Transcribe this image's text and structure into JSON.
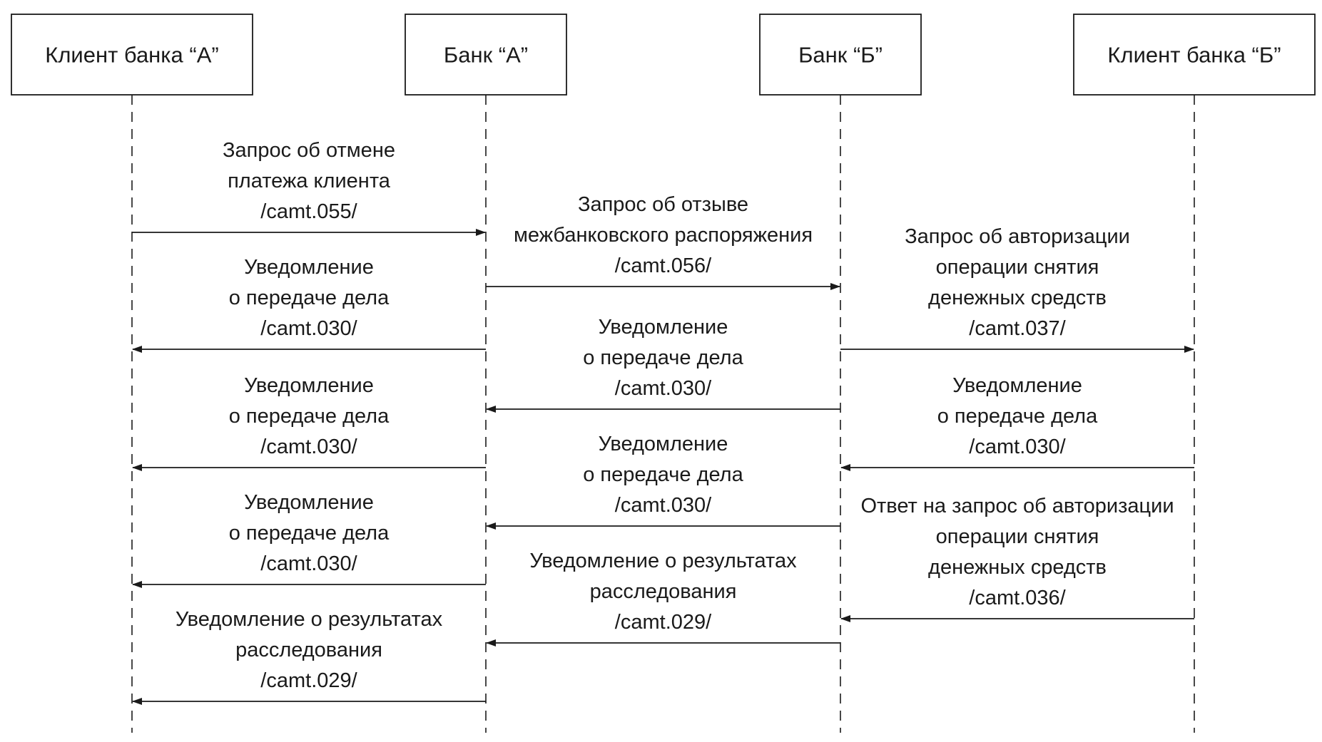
{
  "actors": [
    {
      "id": "client_a",
      "label": "Клиент банка “А”"
    },
    {
      "id": "bank_a",
      "label": "Банк “А”"
    },
    {
      "id": "bank_b",
      "label": "Банк “Б”"
    },
    {
      "id": "client_b",
      "label": "Клиент банка “Б”"
    }
  ],
  "messages": [
    {
      "from": "client_a",
      "to": "bank_a",
      "lines": [
        "Запрос об отмене",
        "платежа клиента",
        "/camt.055/"
      ]
    },
    {
      "from": "bank_a",
      "to": "bank_b",
      "lines": [
        "Запрос об отзыве",
        "межбанковского распоряжения",
        "/camt.056/"
      ]
    },
    {
      "from": "bank_b",
      "to": "client_b",
      "lines": [
        "Запрос об авторизации",
        "операции снятия",
        "денежных средств",
        "/camt.037/"
      ]
    },
    {
      "from": "bank_a",
      "to": "client_a",
      "lines": [
        "Уведомление",
        "о передаче дела",
        "/camt.030/"
      ]
    },
    {
      "from": "bank_b",
      "to": "bank_a",
      "lines": [
        "Уведомление",
        "о передаче дела",
        "/camt.030/"
      ]
    },
    {
      "from": "bank_a",
      "to": "client_a",
      "lines": [
        "Уведомление",
        "о передаче дела",
        "/camt.030/"
      ]
    },
    {
      "from": "client_b",
      "to": "bank_b",
      "lines": [
        "Уведомление",
        "о передаче дела",
        "/camt.030/"
      ]
    },
    {
      "from": "bank_b",
      "to": "bank_a",
      "lines": [
        "Уведомление",
        "о передаче дела",
        "/camt.030/"
      ]
    },
    {
      "from": "bank_a",
      "to": "client_a",
      "lines": [
        "Уведомление",
        "о передаче дела",
        "/camt.030/"
      ]
    },
    {
      "from": "client_b",
      "to": "bank_b",
      "lines": [
        "Ответ на запрос об авторизации",
        "операции снятия",
        "денежных средств",
        "/camt.036/"
      ]
    },
    {
      "from": "bank_b",
      "to": "bank_a",
      "lines": [
        "Уведомление о результатах",
        "расследования",
        "/camt.029/"
      ]
    },
    {
      "from": "bank_a",
      "to": "client_a",
      "lines": [
        "Уведомление о результатах",
        "расследования",
        "/camt.029/"
      ]
    }
  ]
}
